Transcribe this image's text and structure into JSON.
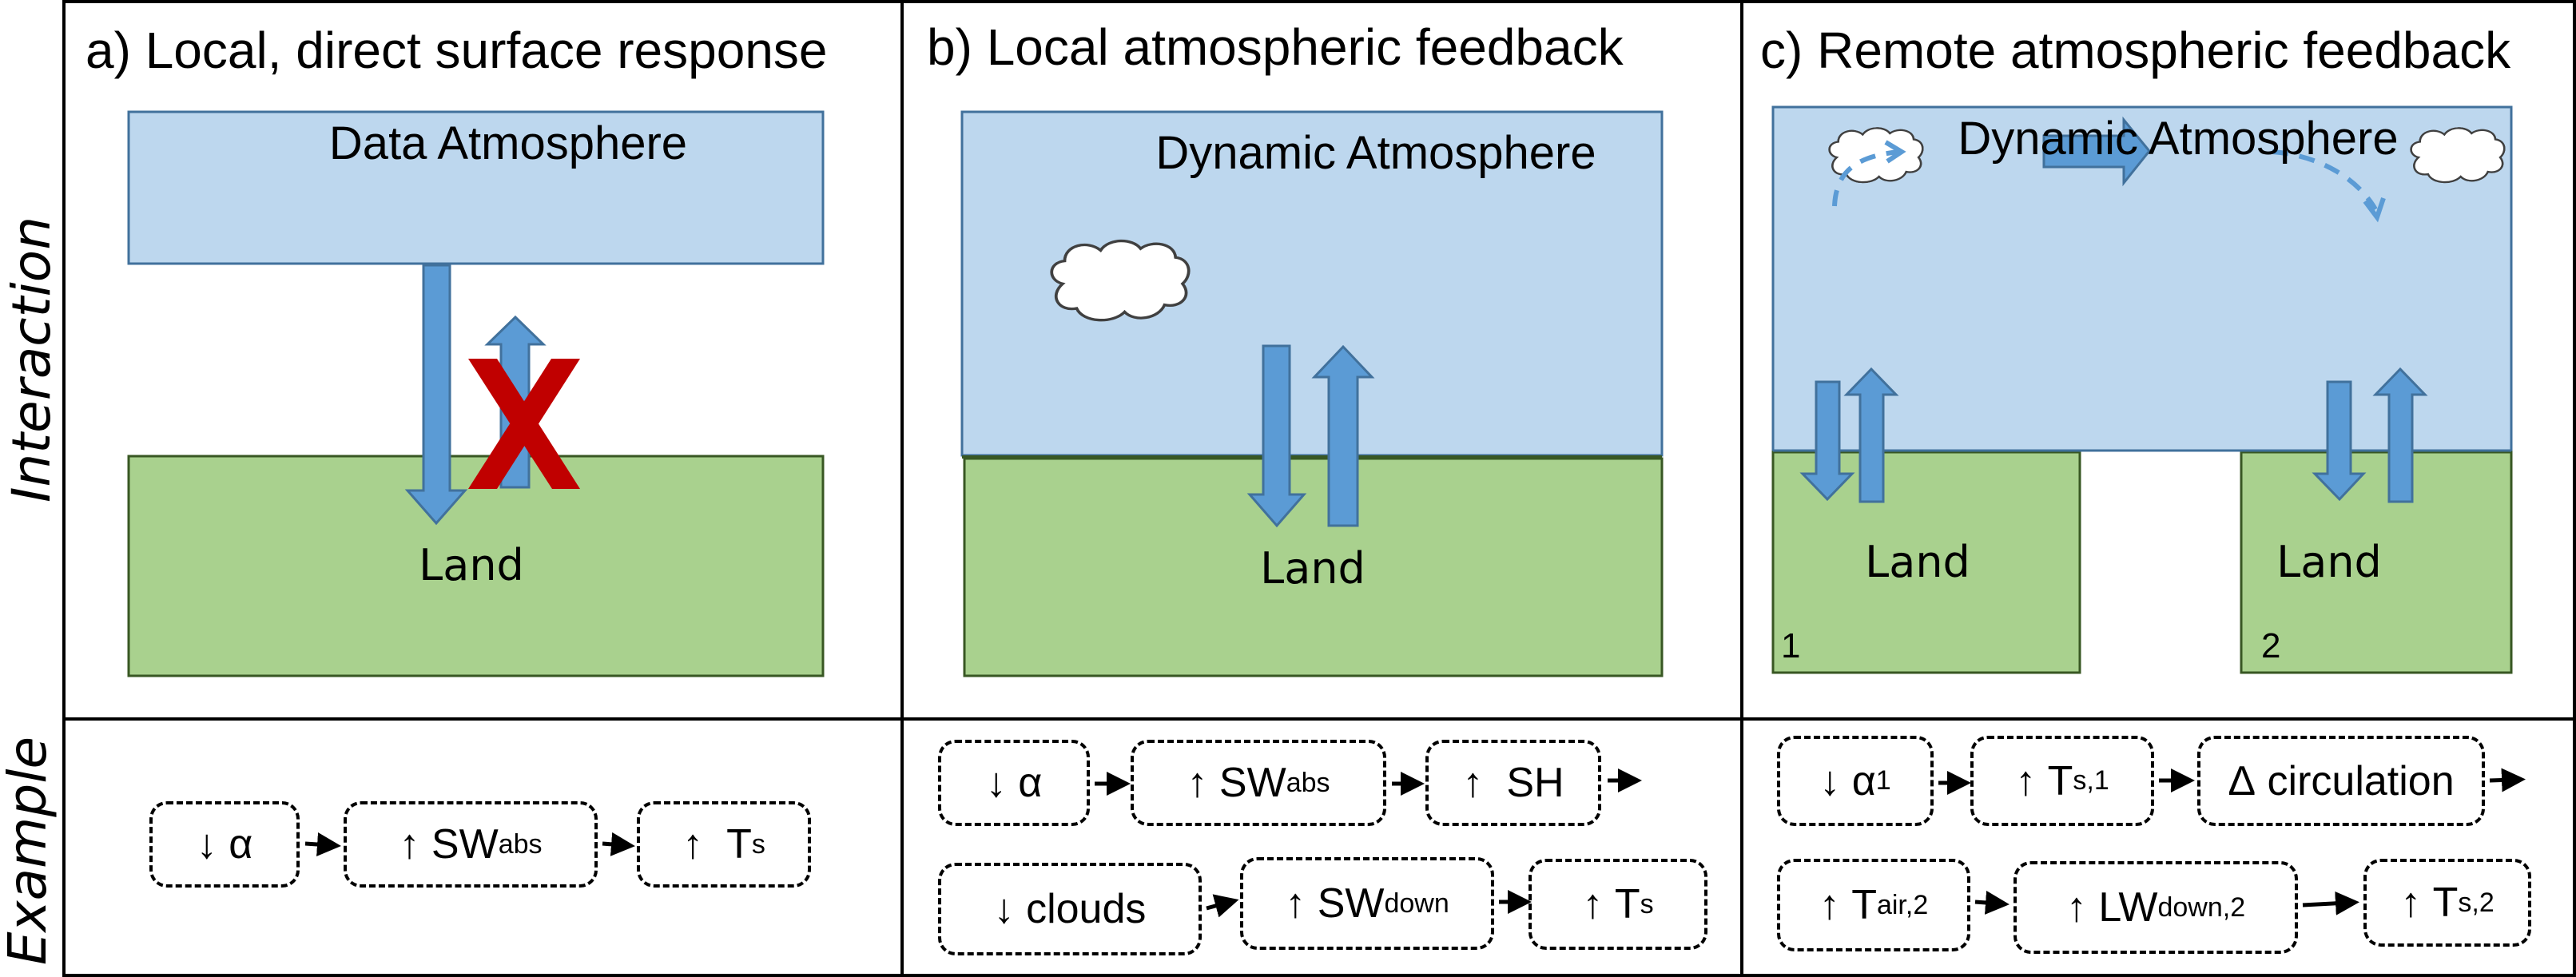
{
  "figure": {
    "row_labels": {
      "interaction": "Interaction",
      "example": "Example"
    },
    "colors": {
      "atmosphere_fill": "#bdd7ee",
      "atmosphere_stroke": "#41719c",
      "land_fill": "#a9d18e",
      "land_stroke": "#385723",
      "arrow_fill": "#5b9bd5",
      "arrow_stroke": "#41719c",
      "cross": "#c00000",
      "grid": "#000000"
    },
    "panels": [
      {
        "title": "a) Local, direct surface response",
        "atmosphere_label": "Data Atmosphere",
        "land_label": "Land",
        "blocked_symbol": "X",
        "example_rows": [
          [
            {
              "arrow": "↓",
              "main": "α",
              "sub": ""
            },
            {
              "arrow": "↑",
              "main": "SW",
              "sub": "abs"
            },
            {
              "arrow": "↑",
              "main": "T",
              "sub": "s"
            }
          ]
        ]
      },
      {
        "title": "b) Local atmospheric feedback",
        "atmosphere_label": "Dynamic Atmosphere",
        "land_label": "Land",
        "example_rows": [
          [
            {
              "arrow": "↓",
              "main": "α",
              "sub": ""
            },
            {
              "arrow": "↑",
              "main": "SW",
              "sub": "abs"
            },
            {
              "arrow": "↑",
              "main": "SH",
              "sub": ""
            }
          ],
          [
            {
              "arrow": "↓",
              "main": "clouds",
              "sub": ""
            },
            {
              "arrow": "↑",
              "main": "SW",
              "sub": "down"
            },
            {
              "arrow": "↑",
              "main": "T",
              "sub": "s"
            }
          ]
        ]
      },
      {
        "title": "c) Remote atmospheric feedback",
        "atmosphere_label": "Dynamic Atmosphere",
        "land_labels": [
          "Land",
          "Land"
        ],
        "land_numbers": [
          "1",
          "2"
        ],
        "example_rows": [
          [
            {
              "arrow": "↓",
              "main": "α",
              "sub": "1"
            },
            {
              "arrow": "↑",
              "main": "T",
              "sub": "s,1"
            },
            {
              "arrow": "Δ",
              "main": "circulation",
              "sub": ""
            }
          ],
          [
            {
              "arrow": "↑",
              "main": "T",
              "sub": "air,2"
            },
            {
              "arrow": "↑",
              "main": "LW",
              "sub": "down,2"
            },
            {
              "arrow": "↑",
              "main": "T",
              "sub": "s,2"
            }
          ]
        ]
      }
    ]
  }
}
